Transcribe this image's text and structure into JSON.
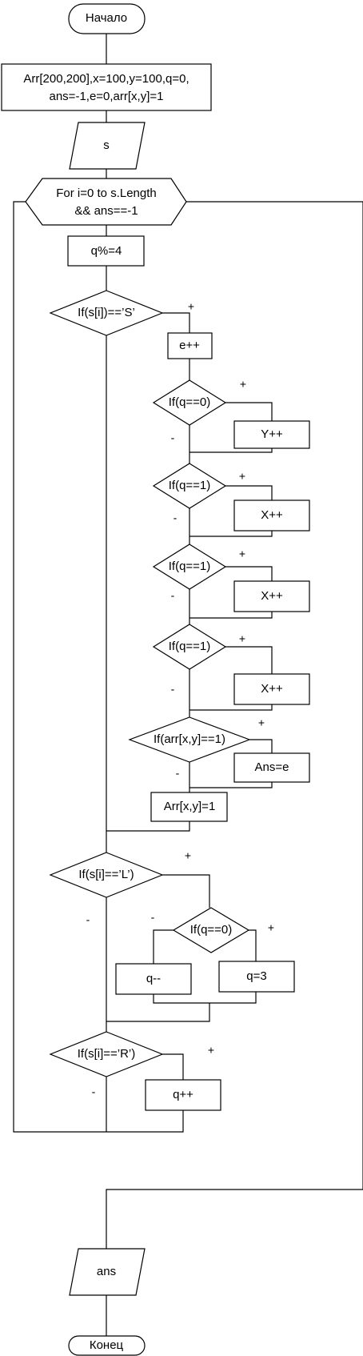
{
  "nodes": {
    "start": "Начало",
    "init_1": "Arr[200,200],x=100,y=100,q=0,",
    "init_2": "ans=-1,e=0,arr[x,y]=1",
    "input_s": "s",
    "loop_1": "For i=0 to s.Length",
    "loop_2": "&& ans==-1",
    "q_mod": "q%=4",
    "if_s": "If(s[i])==’S’",
    "e_inc": "e++",
    "if_q0": "If(q==0)",
    "y_inc": "Y++",
    "if_q1_a": "If(q==1)",
    "x_inc_a": "X++",
    "if_q1_b": "If(q==1)",
    "x_inc_b": "X++",
    "if_q1_c": "If(q==1)",
    "x_inc_c": "X++",
    "if_arr": "If(arr[x,y]==1)",
    "ans_e": "Ans=e",
    "arr_set": "Arr[x,y]=1",
    "if_l": "If(s[i]==’L’)",
    "if_q0_l": "If(q==0)",
    "q_dec": "q--",
    "q_set3": "q=3",
    "if_r": "If(s[i]==’R’)",
    "q_inc": "q++",
    "output_ans": "ans",
    "end": "Конец"
  },
  "branch_labels": {
    "yes": "+",
    "no": "-"
  }
}
